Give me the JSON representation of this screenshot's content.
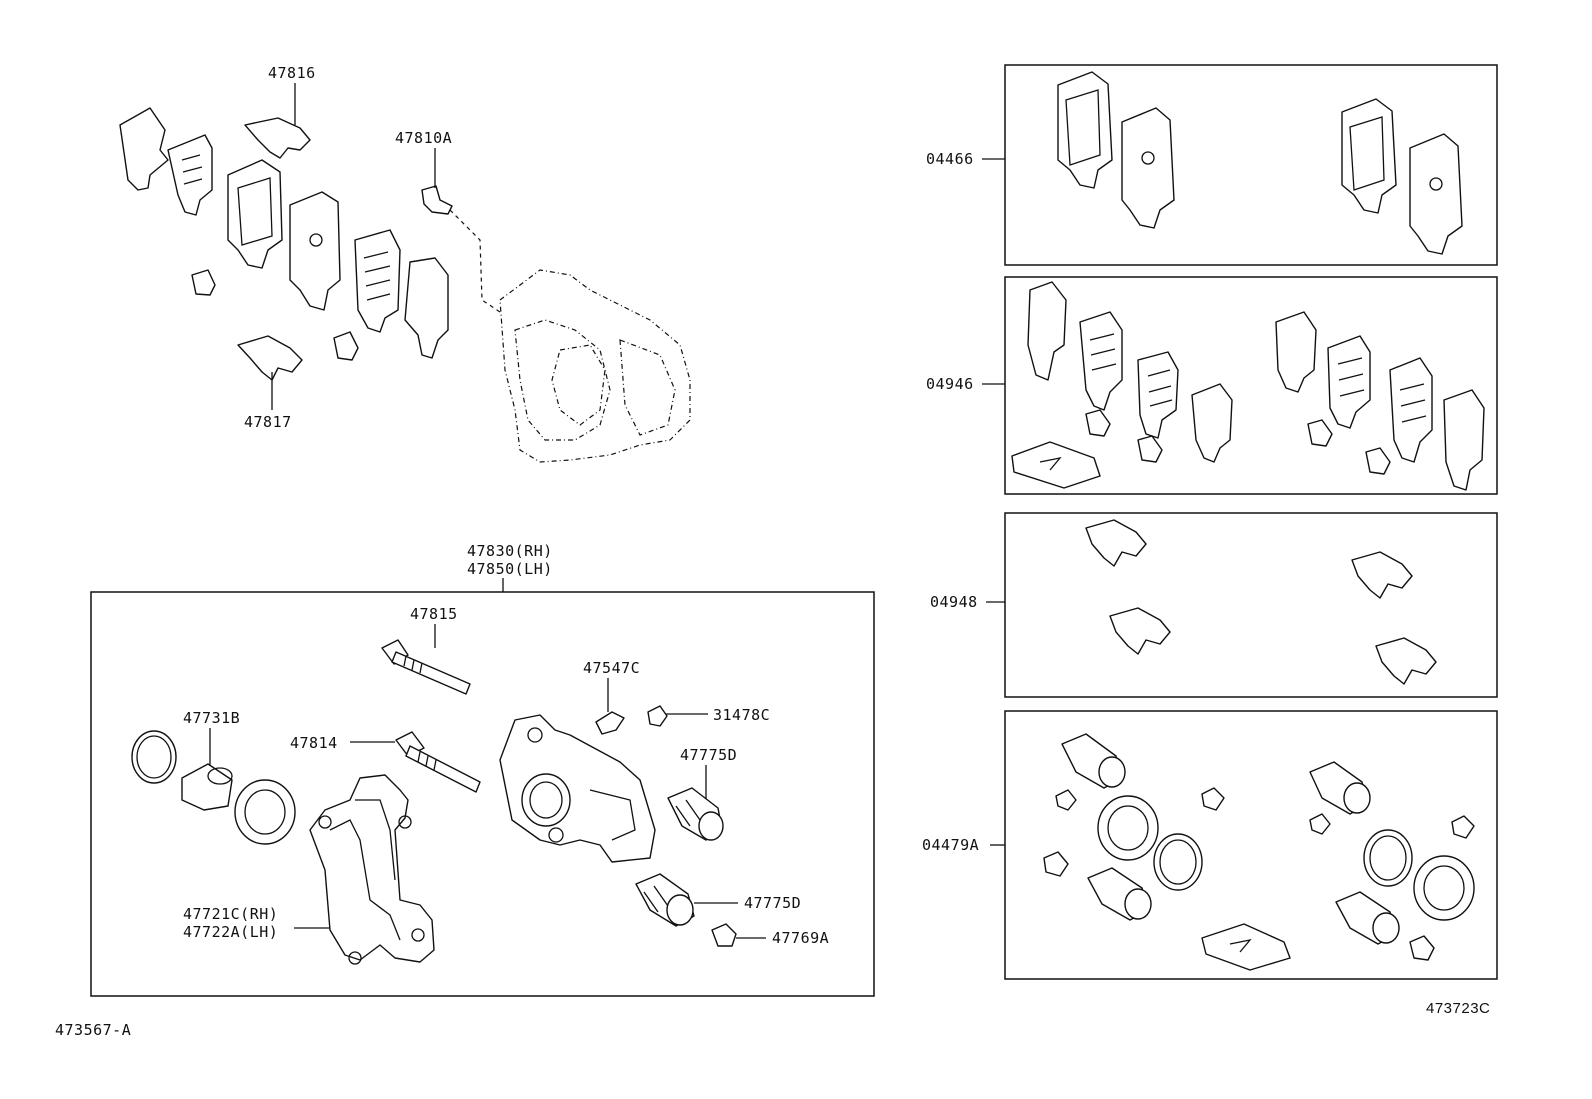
{
  "labels": {
    "p47816": "47816",
    "p47810A": "47810A",
    "p47817": "47817",
    "p47830": "47830(RH)",
    "p47850": "47850(LH)",
    "p47815": "47815",
    "p47547C": "47547C",
    "p31478C": "31478C",
    "p47731B": "47731B",
    "p47814": "47814",
    "p47775D_a": "47775D",
    "p47775D_b": "47775D",
    "p47769A": "47769A",
    "p47721C": "47721C(RH)",
    "p47722A": "47722A(LH)",
    "k04466": "04466",
    "k04946": "04946",
    "k04948": "04948",
    "k04479A": "04479A",
    "ref_left": "473567-A",
    "ref_right": "473723C"
  }
}
